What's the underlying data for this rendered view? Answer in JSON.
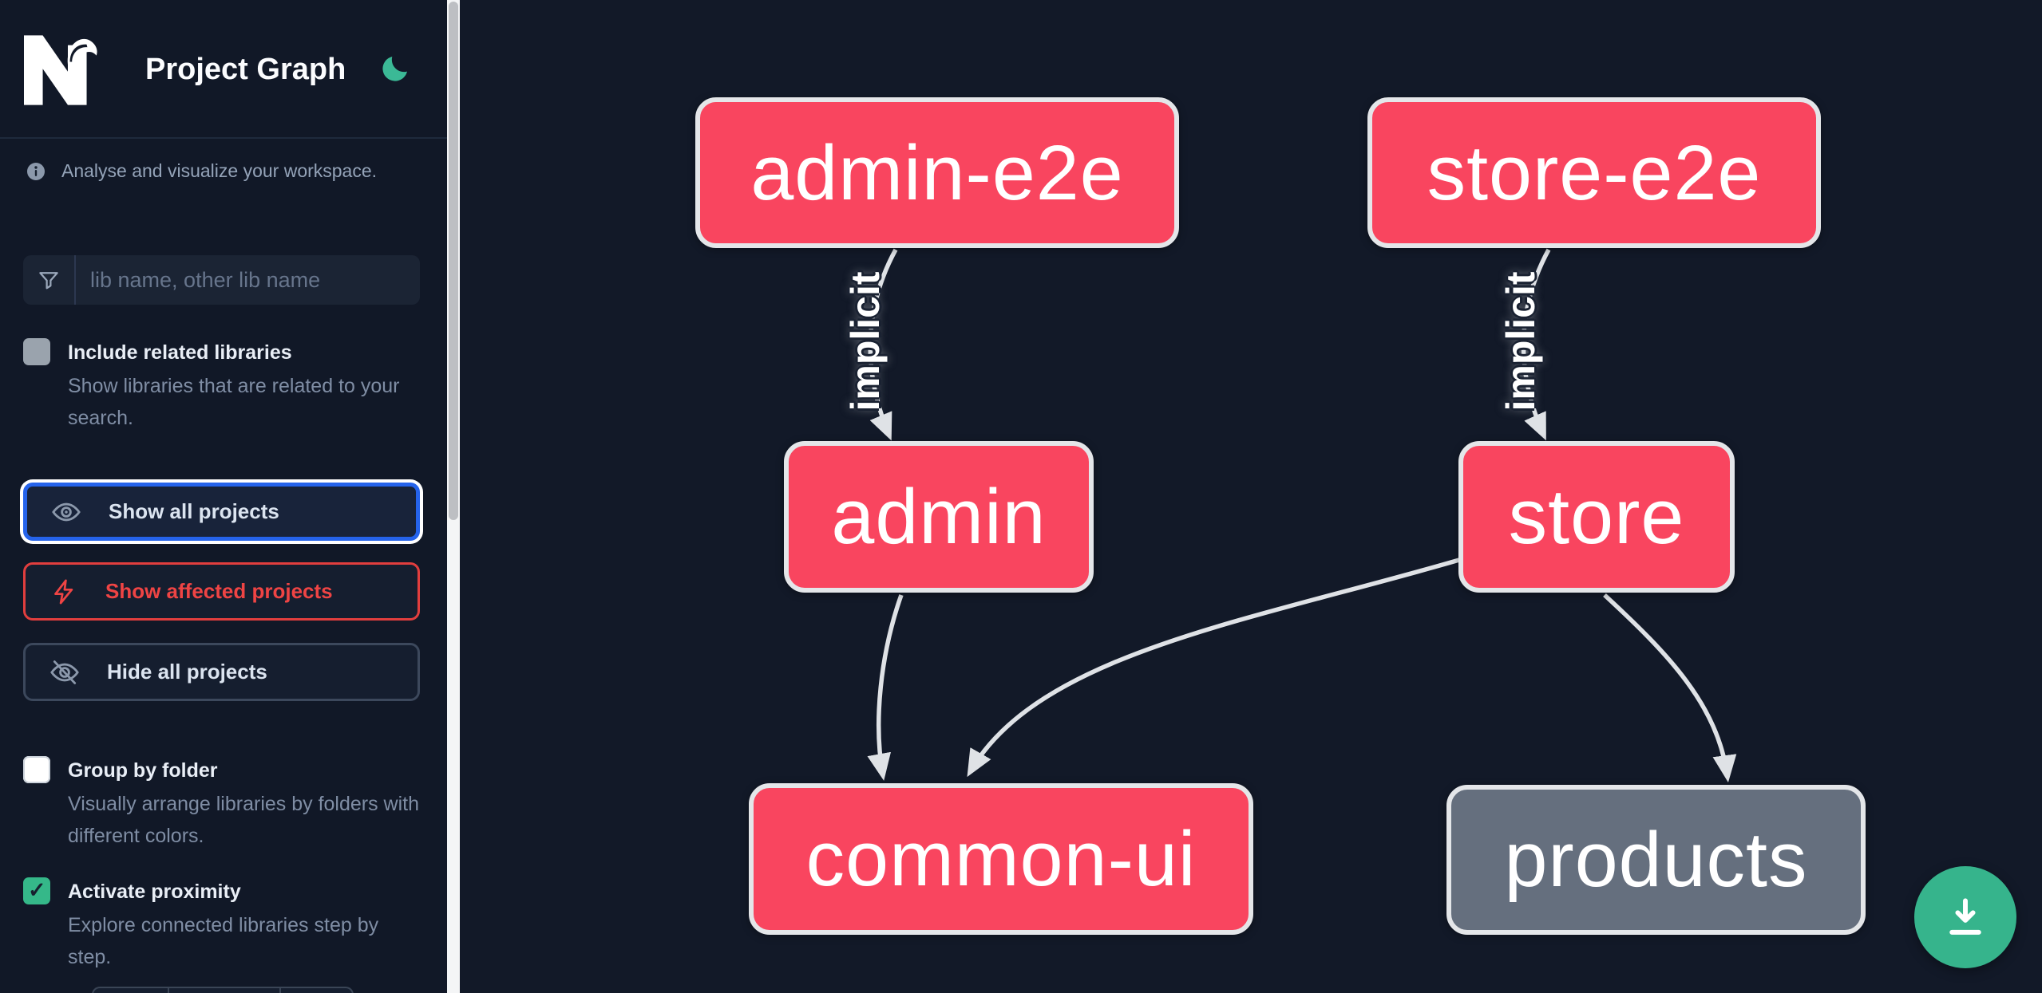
{
  "header": {
    "title": "Project Graph",
    "logo": "nx-logo",
    "theme_toggle_icon": "moon"
  },
  "sidebar": {
    "tagline": "Analyse and visualize your workspace.",
    "search": {
      "placeholder": "lib name, other lib name",
      "value": "",
      "icon": "funnel-filter-icon"
    },
    "options": [
      {
        "label": "Include related libraries",
        "description": "Show libraries that are related to your search.",
        "checked": false
      },
      {
        "label": "Group by folder",
        "description": "Visually arrange libraries by folders with different colors.",
        "checked": false
      },
      {
        "label": "Activate proximity",
        "description": "Explore connected libraries step by step.",
        "checked": true
      }
    ],
    "buttons": [
      {
        "label": "Show all projects",
        "icon": "eye-icon",
        "state": "focused"
      },
      {
        "label": "Show affected projects",
        "icon": "bolt-icon",
        "state": "affected"
      },
      {
        "label": "Hide all projects",
        "icon": "eye-off-icon",
        "state": "default"
      }
    ]
  },
  "graph": {
    "nodes": [
      {
        "label": "admin-e2e",
        "color": "pink"
      },
      {
        "label": "store-e2e",
        "color": "pink"
      },
      {
        "label": "admin",
        "color": "pink"
      },
      {
        "label": "store",
        "color": "pink"
      },
      {
        "label": "common-ui",
        "color": "pink"
      },
      {
        "label": "products",
        "color": "gray"
      }
    ],
    "edges": [
      {
        "from": "admin-e2e",
        "to": "admin",
        "label": "implicit"
      },
      {
        "from": "store-e2e",
        "to": "store",
        "label": "implicit"
      },
      {
        "from": "admin",
        "to": "common-ui",
        "label": ""
      },
      {
        "from": "store",
        "to": "common-ui",
        "label": ""
      },
      {
        "from": "store",
        "to": "products",
        "label": ""
      }
    ]
  },
  "download_button": {
    "icon": "download-icon"
  },
  "colors": {
    "node_pink": "#f9455f",
    "node_gray": "#656f7e",
    "edge_gray": "#dfe2e6",
    "accent_green": "#36b48c",
    "focus_blue": "#2563eb",
    "affected_red": "#ef4444",
    "background": "#121928"
  }
}
